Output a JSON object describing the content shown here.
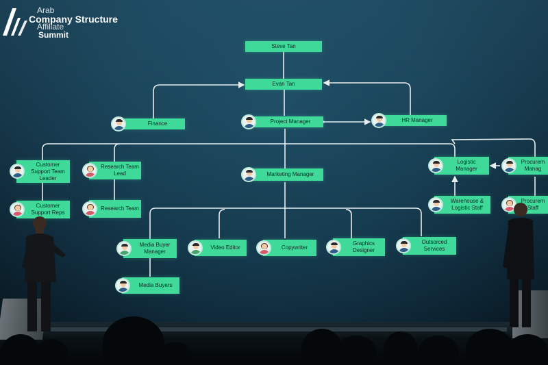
{
  "slide": {
    "brand": {
      "line1": "Arab",
      "title": "Company Structure",
      "line2": "Affiliate",
      "line3": "Summit"
    },
    "nodes": {
      "steve": "Steve Tan",
      "evan": "Evan Tan",
      "finance": "Finance",
      "project_manager": "Project Manager",
      "hr_manager": "HR Manager",
      "cs_leader": "Customer Support Team Leader",
      "research_lead": "Research Team Lead",
      "marketing_manager": "Marketing Manager",
      "logistic_manager": "Logistic Manager",
      "procurement_manager": "Procurem Manag",
      "cs_reps": "Customer Support Reps",
      "research_team": "Research Team",
      "warehouse": "Warehouse & Logistic Staff",
      "procurement_staff": "Procurem Staff",
      "media_buyer_manager": "Media Buyer Manager",
      "video_editor": "Video Editor",
      "copywriter": "Copywriter",
      "graphics_designer": "Graphics Designer",
      "outsourced": "Outsorced Services",
      "media_buyers": "Media Buyers"
    }
  },
  "colors": {
    "node": "#3fd99a",
    "line": "#e8eef0",
    "screen": "#163d52"
  }
}
